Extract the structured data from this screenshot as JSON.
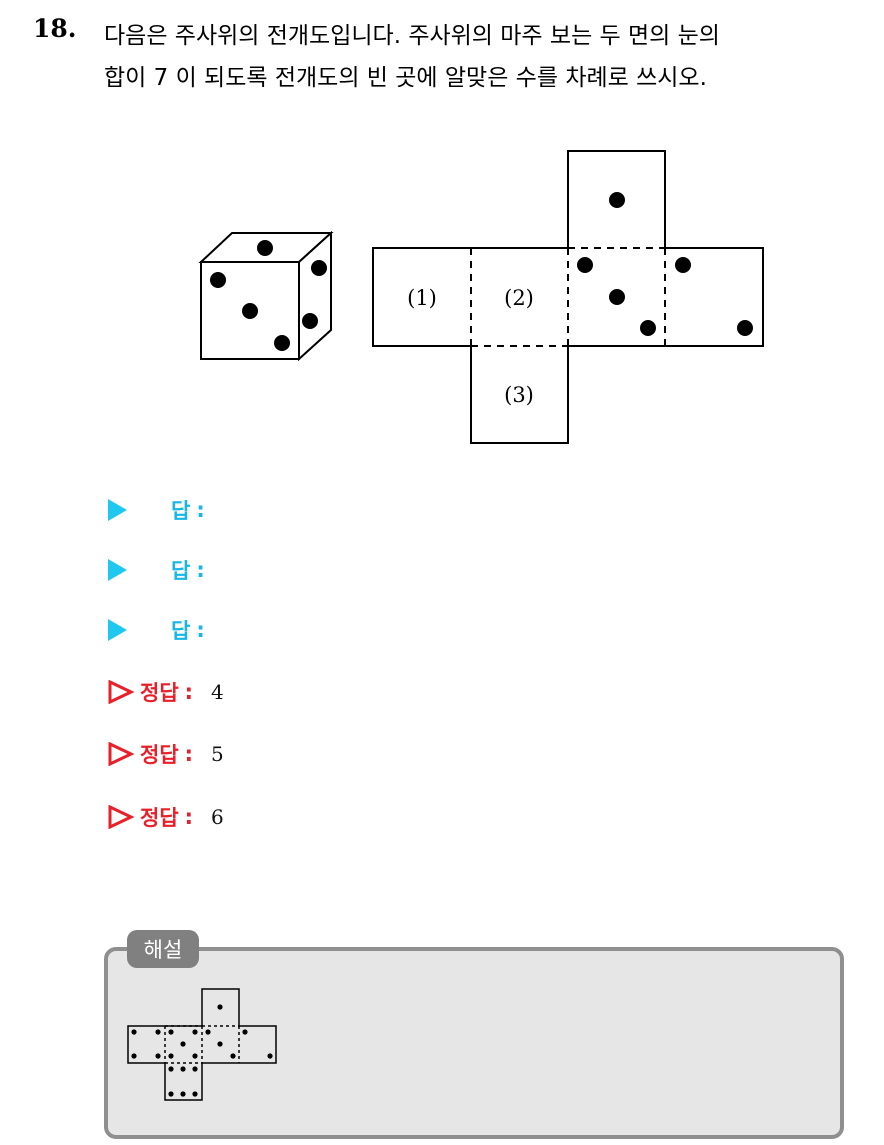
{
  "question": {
    "number": "18.",
    "line1": "다음은 주사위의 전개도입니다. 주사위의 마주 보는 두 면의 눈의",
    "line2": "합이 7 이 되도록 전개도의 빈 곳에 알맞은 수를 차례로 쓰시오."
  },
  "figure": {
    "net_labels": [
      "(1)",
      "(2)",
      "(3)"
    ]
  },
  "answers": [
    {
      "label": "답",
      "colon": ":"
    },
    {
      "label": "답",
      "colon": ":"
    },
    {
      "label": "답",
      "colon": ":"
    }
  ],
  "answer_key": [
    {
      "label": "정답",
      "colon": ":",
      "value": "4"
    },
    {
      "label": "정답",
      "colon": ":",
      "value": "5"
    },
    {
      "label": "정답",
      "colon": ":",
      "value": "6"
    }
  ],
  "explanation": {
    "tab_label": "해설"
  },
  "colors": {
    "answer_accent": "#1ec8f0",
    "key_accent": "#e8202a",
    "explanation_bg": "#e6e6e6"
  }
}
